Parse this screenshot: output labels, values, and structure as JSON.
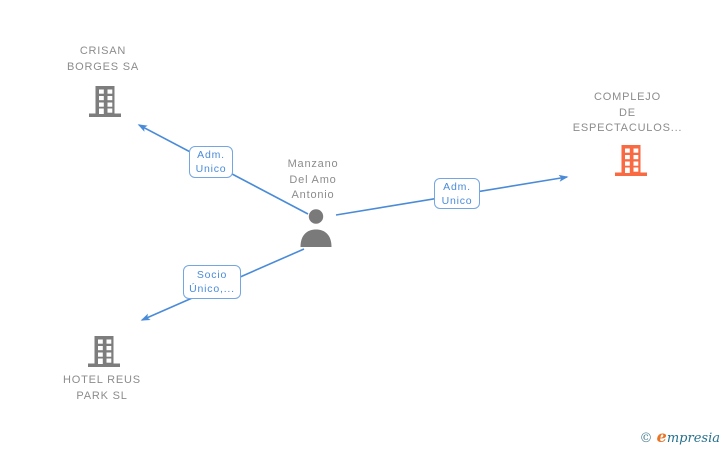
{
  "person": {
    "name_line1": "Manzano",
    "name_line2": "Del Amo",
    "name_line3": "Antonio"
  },
  "companies": {
    "crisan": {
      "line1": "CRISAN",
      "line2": "BORGES SA"
    },
    "complejo": {
      "line1": "COMPLEJO",
      "line2": "DE",
      "line3": "ESPECTACULOS..."
    },
    "hotel": {
      "line1": "HOTEL REUS",
      "line2": "PARK SL"
    }
  },
  "edges": {
    "to_crisan": {
      "line1": "Adm.",
      "line2": "Unico"
    },
    "to_complejo": {
      "line1": "Adm.",
      "line2": "Unico"
    },
    "to_hotel": {
      "line1": "Socio",
      "line2": "Único,..."
    }
  },
  "watermark": {
    "copyright_symbol": "©",
    "brand_initial": "e",
    "brand_rest": "mpresia"
  },
  "colors": {
    "edge_line_blue": "#4a8bd8",
    "edge_box_border_blue": "#74a6e2",
    "node_label_gray": "#8c8c8c",
    "building_gray": "#7d7d7d",
    "building_orange": "#f96a43",
    "person_gray": "#7a7a7a",
    "logo_teal": "#26718e",
    "logo_orange": "#ea7426"
  }
}
